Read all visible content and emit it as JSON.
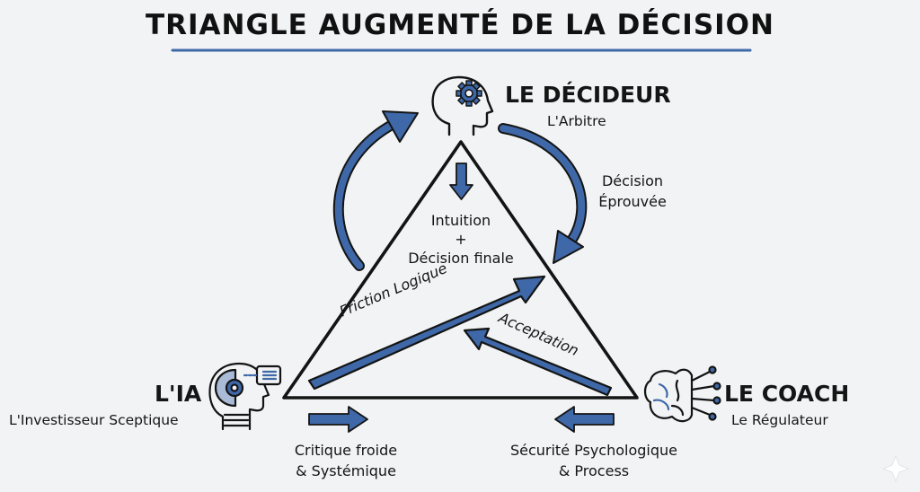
{
  "title": "TRIANGLE AUGMENTÉ DE LA DÉCISION",
  "colors": {
    "accent": "#3f68a8",
    "ink": "#141414",
    "background": "#f1f3f4"
  },
  "nodes": {
    "decideur": {
      "name": "LE DÉCIDEUR",
      "subtitle": "L'Arbitre",
      "icon": "head-gear-icon"
    },
    "ia": {
      "name": "L'IA",
      "subtitle": "L'Investisseur Sceptique",
      "icon": "robot-head-icon"
    },
    "coach": {
      "name": "LE COACH",
      "subtitle": "Le Régulateur",
      "icon": "brain-circuit-icon"
    }
  },
  "center": {
    "line1": "Intuition",
    "line2": "+",
    "line3": "Décision finale"
  },
  "flows": {
    "decision": {
      "line1": "Décision",
      "line2": "Éprouvée"
    },
    "friction": "Friction Logique",
    "acceptation": "Acceptation",
    "ia_output": {
      "line1": "Critique froide",
      "line2": "& Systémique"
    },
    "coach_output": {
      "line1": "Sécurité Psychologique",
      "line2": "& Process"
    }
  }
}
